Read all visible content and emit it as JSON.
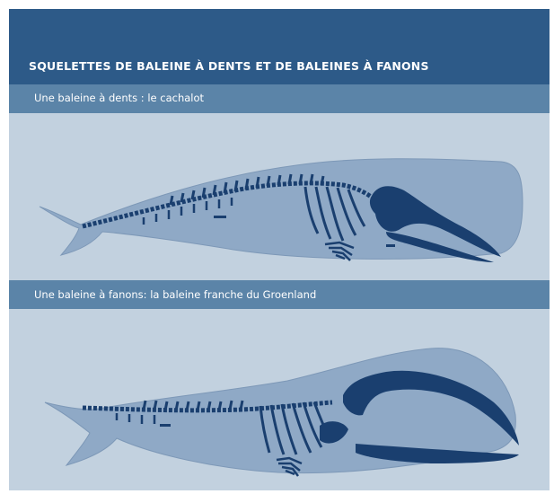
{
  "header": {
    "title": "SQUELETTES DE BALEINE À DENTS ET DE BALEINES À FANONS"
  },
  "sections": [
    {
      "label": "Une baleine à dents : le cachalot",
      "animal": "sperm-whale"
    },
    {
      "label": "Une baleine à fanons: la baleine franche du Groenland",
      "animal": "bowhead-whale"
    }
  ],
  "colors": {
    "header": "#2d5a88",
    "section_band": "#5b84a8",
    "background": "#c2d1df",
    "body_fill": "#8fa9c6",
    "bone": "#1a3f6f"
  }
}
